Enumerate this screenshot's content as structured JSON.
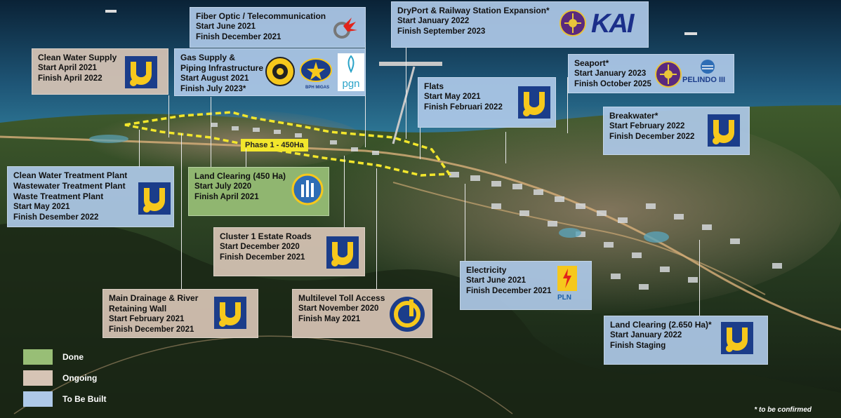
{
  "phase_label": "Phase 1 - 450Ha",
  "footnote": "* to be confirmed",
  "colors": {
    "done": "#98be76",
    "ongoing": "#d6c4b5",
    "to_be_built": "#aec9e8",
    "phase_outline": "#f2e62c"
  },
  "legend": [
    {
      "label": "Done",
      "status": "done"
    },
    {
      "label": "Ongoing",
      "status": "ongoing"
    },
    {
      "label": "To Be Built",
      "status": "to_be_built"
    }
  ],
  "projects": [
    {
      "id": "fiber",
      "title": "Fiber Optic / Telecommunication",
      "lines": [
        "Start June 2021",
        "Finish December 2021"
      ],
      "status": "to_be_built",
      "logos": [
        "telkom-logo"
      ]
    },
    {
      "id": "dryport",
      "title": "DryPort & Railway Station Expansion*",
      "lines": [
        "Start January 2022",
        "Finish September 2023"
      ],
      "status": "to_be_built",
      "logos": [
        "kemenhub-logo",
        "kai-logo"
      ],
      "logo_text": "KAI"
    },
    {
      "id": "water",
      "title": "Clean Water Supply",
      "lines": [
        "Start April 2021",
        "Finish April 2022"
      ],
      "status": "beige",
      "logos": [
        "pupr-logo"
      ]
    },
    {
      "id": "gas",
      "title": "Gas Supply &",
      "title2": "Piping Infrastructure",
      "lines": [
        "Start August 2021",
        "Finish July 2023*"
      ],
      "status": "to_be_built",
      "logos": [
        "esdm-logo",
        "bph-migas-logo",
        "pgn-logo"
      ],
      "logo_text2": "BPH MIGAS",
      "logo_text3": "pgn"
    },
    {
      "id": "seaport",
      "title": "Seaport*",
      "lines": [
        "Start January 2023",
        "Finish October 2025"
      ],
      "status": "to_be_built",
      "logos": [
        "kemenhub-logo",
        "pelindo-logo"
      ],
      "logo_text": "PELINDO III"
    },
    {
      "id": "flats",
      "title": "Flats",
      "lines": [
        "Start May 2021",
        "Finish Februari 2022"
      ],
      "status": "to_be_built",
      "logos": [
        "pupr-logo"
      ]
    },
    {
      "id": "breakwater",
      "title": "Breakwater*",
      "lines": [
        "Start February 2022",
        "Finish December 2022"
      ],
      "status": "to_be_built",
      "logos": [
        "pupr-logo"
      ]
    },
    {
      "id": "treatment",
      "title": "Clean Water Treatment Plant",
      "title2": "Wastewater Treatment Plant",
      "title3": "Waste Treatment Plant",
      "lines": [
        "Start May 2021",
        "Finish Desember 2022"
      ],
      "status": "to_be_built",
      "logos": [
        "pupr-logo"
      ]
    },
    {
      "id": "landclear1",
      "title": "Land Clearing (450 Ha)",
      "lines": [
        "Start July 2020",
        "Finish April 2021"
      ],
      "status": "done",
      "logos": [
        "kemenperin-logo"
      ]
    },
    {
      "id": "roads",
      "title": "Cluster 1 Estate Roads",
      "lines": [
        "Start December 2020",
        "Finish December 2021"
      ],
      "status": "ongoing",
      "logos": [
        "pupr-logo"
      ]
    },
    {
      "id": "electricity",
      "title": "Electricity",
      "lines": [
        "Start June 2021",
        "Finish December 2021"
      ],
      "status": "to_be_built",
      "logos": [
        "pln-logo"
      ],
      "logo_text": "PLN"
    },
    {
      "id": "drainage",
      "title": "Main Drainage & River",
      "title2": "Retaining Wall",
      "lines": [
        "Start February 2021",
        "Finish December 2021"
      ],
      "status": "ongoing",
      "logos": [
        "pupr-logo"
      ]
    },
    {
      "id": "toll",
      "title": "Multilevel Toll Access",
      "lines": [
        "Start November 2020",
        "Finish May 2021"
      ],
      "status": "ongoing",
      "logos": [
        "jasa-marga-logo"
      ]
    },
    {
      "id": "landclear2",
      "title": "Land Clearing (2.650 Ha)*",
      "lines": [
        "Start January 2022",
        "Finish Staging"
      ],
      "status": "to_be_built",
      "logos": [
        "pupr-logo"
      ]
    }
  ]
}
